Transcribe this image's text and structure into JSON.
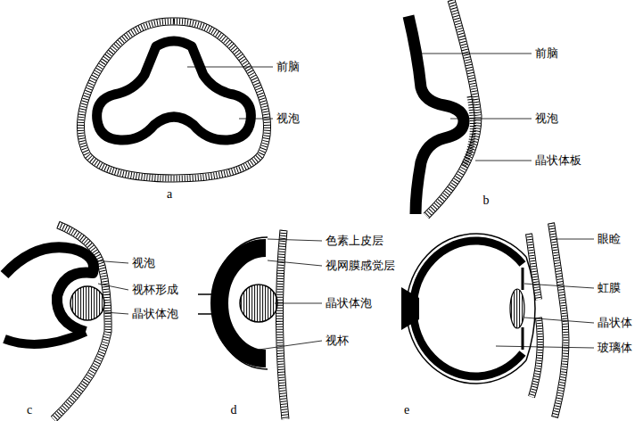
{
  "diagram": {
    "labels": [
      "前脑",
      "视泡",
      "a",
      "前脑",
      "视泡",
      "晶状体板",
      "b",
      "视泡",
      "视杯形成",
      "晶状体泡",
      "c",
      "色素上皮层",
      "视网膜感觉层",
      "晶状体泡",
      "视杯",
      "d",
      "眼睑",
      "虹膜",
      "晶状体",
      "玻璃体",
      "e"
    ]
  }
}
